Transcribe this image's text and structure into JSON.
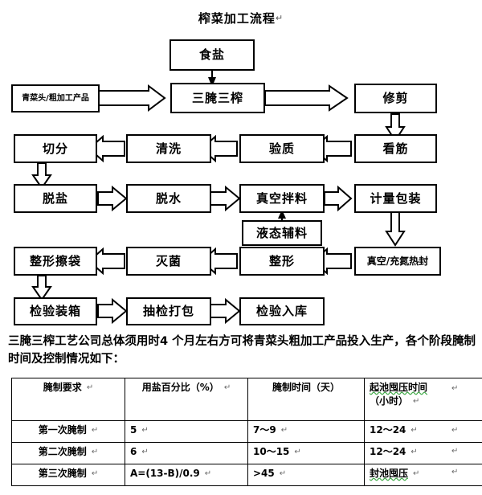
{
  "document": {
    "title": "榨菜加工流程",
    "return_mark": "↵"
  },
  "flowchart": {
    "nodes": [
      {
        "id": "salt",
        "label": "食盐",
        "size": "normal"
      },
      {
        "id": "raw-material",
        "label": "青菜头/粗加工产品",
        "size": "small"
      },
      {
        "id": "three-pickle",
        "label": "三腌三榨",
        "size": "normal"
      },
      {
        "id": "trim",
        "label": "修剪",
        "size": "normal"
      },
      {
        "id": "cut",
        "label": "切分",
        "size": "normal"
      },
      {
        "id": "wash",
        "label": "清洗",
        "size": "normal"
      },
      {
        "id": "quality-check",
        "label": "验质",
        "size": "normal"
      },
      {
        "id": "check-fiber",
        "label": "看筋",
        "size": "normal"
      },
      {
        "id": "desalt",
        "label": "脱盐",
        "size": "normal"
      },
      {
        "id": "dehydrate",
        "label": "脱水",
        "size": "normal"
      },
      {
        "id": "vacuum-mix",
        "label": "真空拌料",
        "size": "normal"
      },
      {
        "id": "measure-pack",
        "label": "计量包装",
        "size": "normal"
      },
      {
        "id": "liquid-additive",
        "label": "液态辅料",
        "size": "normal"
      },
      {
        "id": "shape-wipe-bag",
        "label": "整形擦袋",
        "size": "normal"
      },
      {
        "id": "sterilize",
        "label": "灭菌",
        "size": "normal"
      },
      {
        "id": "shape",
        "label": "整形",
        "size": "normal"
      },
      {
        "id": "vacuum-seal",
        "label": "真空/充氮热封",
        "size": "med"
      },
      {
        "id": "inspect-box",
        "label": "检验装箱",
        "size": "normal"
      },
      {
        "id": "sample-pack",
        "label": "抽检打包",
        "size": "normal"
      },
      {
        "id": "inspect-store",
        "label": "检验入库",
        "size": "normal"
      }
    ]
  },
  "paragraph": {
    "text": "三腌三榨工艺公司总体须用时4 个月左右方可将青菜头粗加工产品投入生产，各个阶段腌制时间及控制情况如下："
  },
  "table": {
    "headers": [
      "腌制要求",
      "用盐百分比（%）",
      "腌制时间（天）",
      "起池囤压时间（小时）"
    ],
    "header_line1": [
      "腌制要求",
      "用盐百分比（%）",
      "腌制时间（天）",
      "起池囤压时间"
    ],
    "header_line2": [
      "",
      "",
      "",
      "（小时）"
    ],
    "rows": [
      {
        "requirement": "第一次腌制",
        "salt_percent": "5",
        "pickle_days": "7～9",
        "press_hours": "12～24"
      },
      {
        "requirement": "第二次腌制",
        "salt_percent": "6",
        "pickle_days": "10～15",
        "press_hours": "12～24"
      },
      {
        "requirement": "第三次腌制",
        "salt_percent": "A=(13-B)/0.9",
        "pickle_days": ">45",
        "press_hours": "封池囤压"
      }
    ],
    "return_mark": "↵"
  },
  "colors": {
    "line": "#000000",
    "background": "#ffffff",
    "spellcheck_underline": "#3faa47",
    "return_mark": "#6a6a6a"
  }
}
